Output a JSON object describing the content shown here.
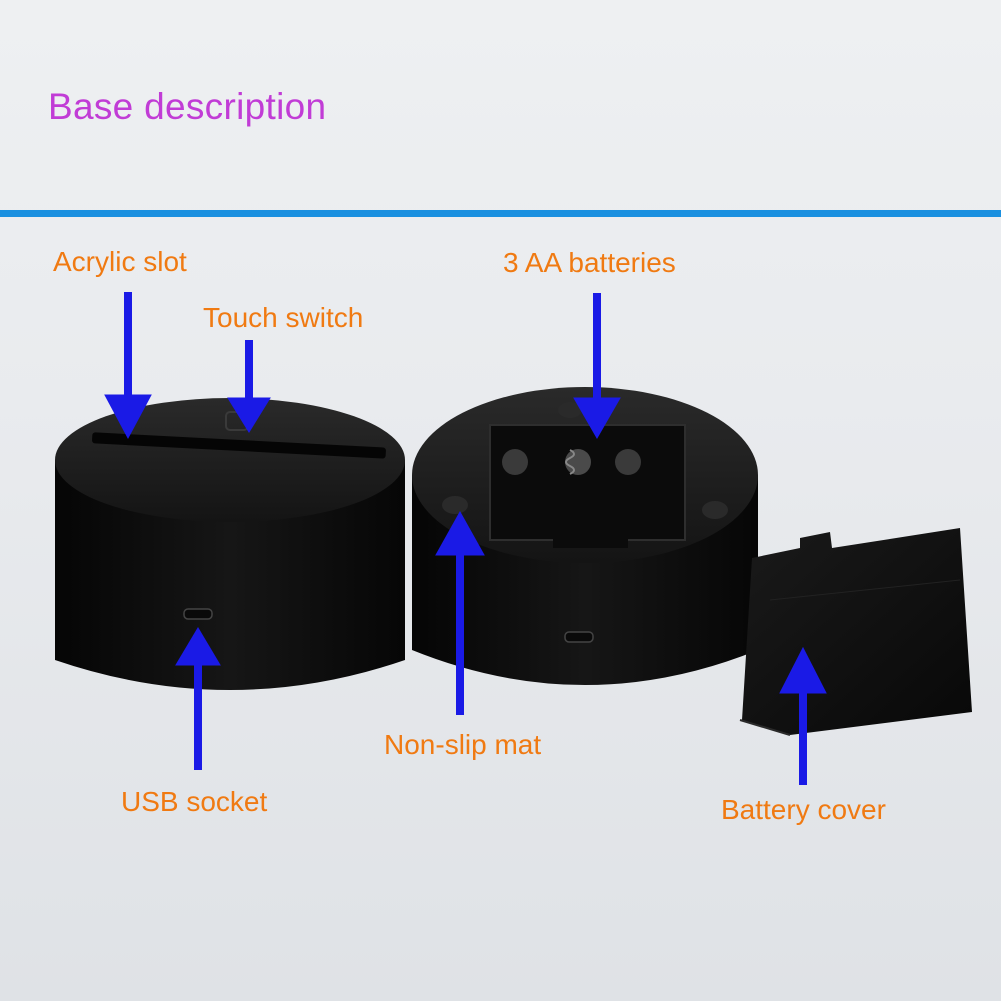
{
  "title": "Base description",
  "labels": {
    "acrylic_slot": "Acrylic slot",
    "touch_switch": "Touch switch",
    "aa_batteries": "3 AA batteries",
    "usb_socket": "USB socket",
    "non_slip_mat": "Non-slip mat",
    "battery_cover": "Battery cover"
  },
  "colors": {
    "title": "#c13cd6",
    "label": "#f07a12",
    "rule": "#1a90e0",
    "arrow": "#1a1ae6"
  }
}
